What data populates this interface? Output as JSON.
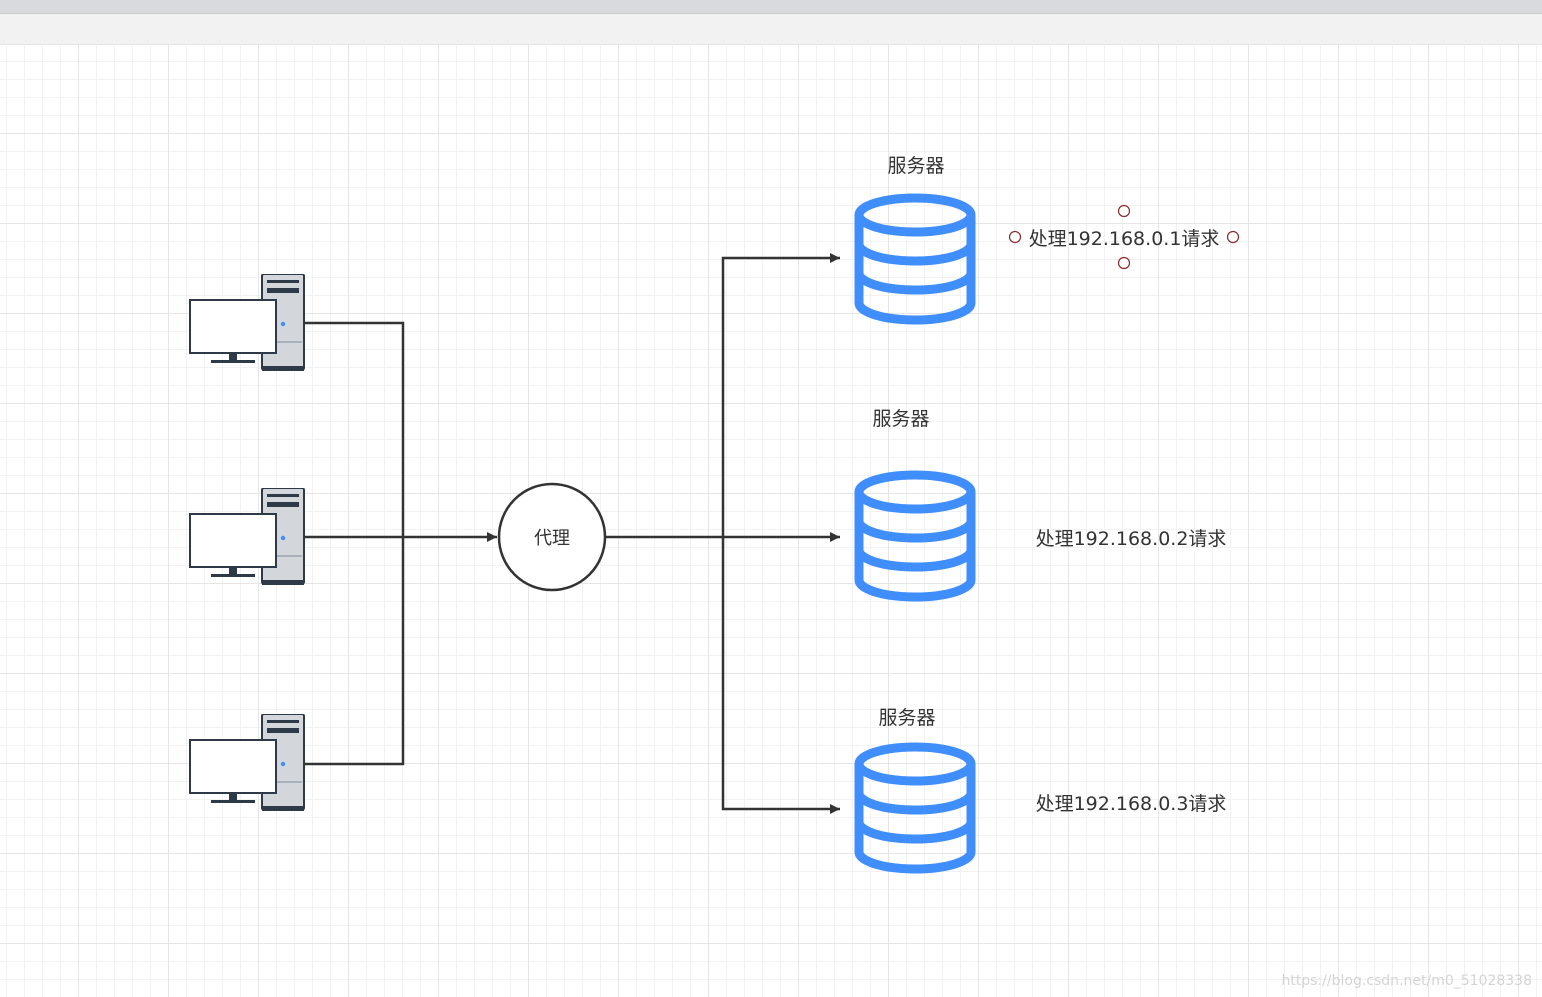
{
  "diagram": {
    "proxy_label": "代理",
    "servers": [
      {
        "title": "服务器",
        "note": "处理192.168.0.1请求"
      },
      {
        "title": "服务器",
        "note": "处理192.168.0.2请求"
      },
      {
        "title": "服务器",
        "note": "处理192.168.0.3请求"
      }
    ]
  },
  "colors": {
    "database": "#3f8efc",
    "connector": "#333333",
    "grid": "#e6e6e6"
  },
  "watermark": "https://blog.csdn.net/m0_51028338"
}
